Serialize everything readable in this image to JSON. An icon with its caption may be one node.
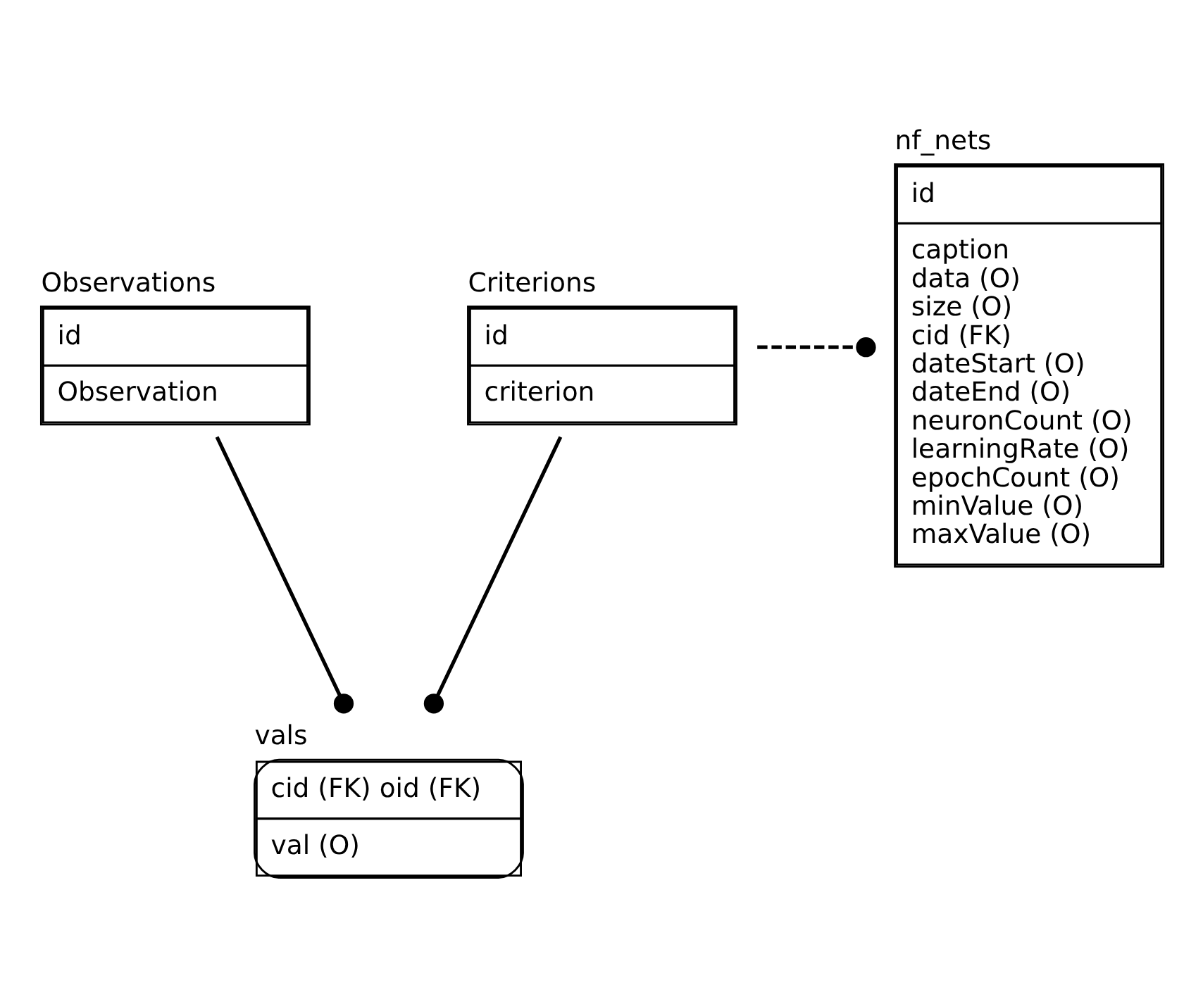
{
  "diagram": {
    "nodes": [
      {
        "text": [
          "Observations",
          "id",
          "Observation"
        ]
      },
      {
        "text": [
          "Criterions",
          "id",
          "criterion"
        ]
      },
      {
        "text": [
          "nf_nets",
          "id",
          "caption",
          "data (O)",
          "size (O)",
          "cid (FK)",
          "dateStart (O)",
          "dateEnd (O)",
          "neuronCount (O)",
          "learningRate (O)",
          "epochCount (O)",
          "minValue (O)",
          "maxValue (O)"
        ]
      },
      {
        "text": [
          "vals",
          "cid (FK) oid (FK)",
          "val (O)"
        ]
      }
    ],
    "edges": [
      {
        "from": 0,
        "to": 3,
        "arrow": "other"
      },
      {
        "from": 1,
        "to": 3,
        "arrow": "other"
      },
      {
        "from": 1,
        "to": 2,
        "arrow": "other",
        "style": "dashed"
      }
    ]
  }
}
